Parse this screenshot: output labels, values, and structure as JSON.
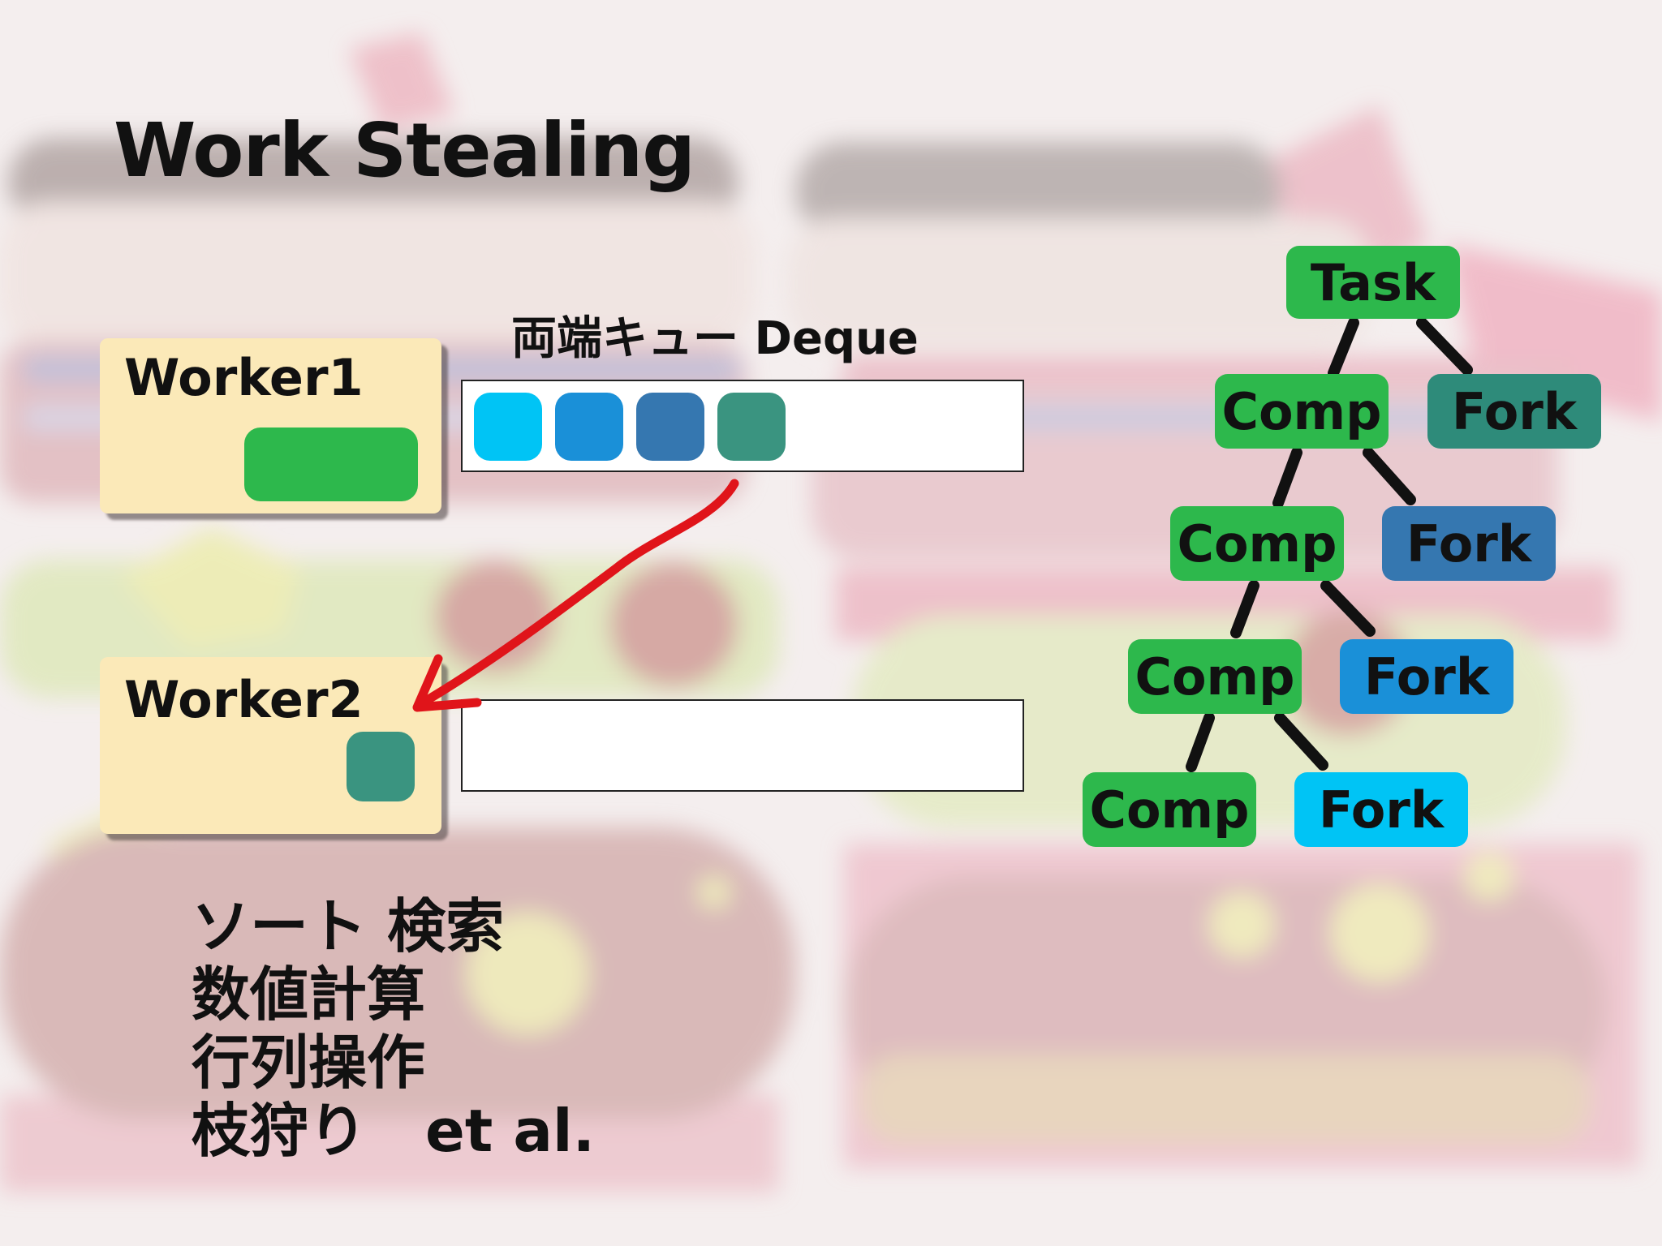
{
  "title": "Work Stealing",
  "deque_label": "両端キュー Deque",
  "workers": [
    {
      "label": "Worker1"
    },
    {
      "label": "Worker2"
    }
  ],
  "colors": {
    "task_green": "#2db84c",
    "fork_teal": "#2e8b7a",
    "fork_steel": "#3577b0",
    "fork_blue": "#1a90d8",
    "fork_cyan": "#00c4f5",
    "steal_arrow": "#e0141a",
    "worker_bg": "#fbe9b8"
  },
  "tree": {
    "root": "Task",
    "comp": [
      "Comp",
      "Comp",
      "Comp",
      "Comp"
    ],
    "fork": [
      "Fork",
      "Fork",
      "Fork",
      "Fork"
    ]
  },
  "applications": [
    "ソート 検索",
    "数値計算",
    "行列操作",
    "枝狩り　et al."
  ],
  "icons": {
    "steal_arrow": "curved-arrow-icon"
  }
}
